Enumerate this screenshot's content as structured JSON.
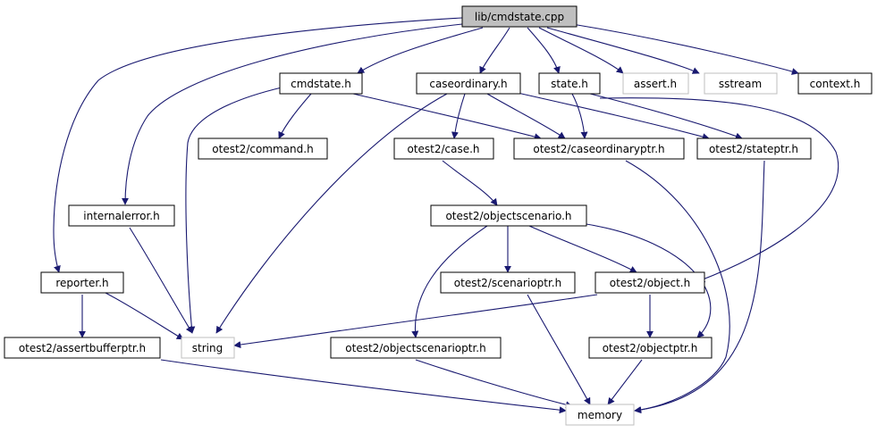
{
  "graph": {
    "nodes": [
      {
        "id": "n_cmdstate_cpp",
        "label": "lib/cmdstate.cpp",
        "kind": "root"
      },
      {
        "id": "n_cmdstate_h",
        "label": "cmdstate.h",
        "kind": "internal"
      },
      {
        "id": "n_caseordinary_h",
        "label": "caseordinary.h",
        "kind": "internal"
      },
      {
        "id": "n_state_h",
        "label": "state.h",
        "kind": "internal"
      },
      {
        "id": "n_assert_h",
        "label": "assert.h",
        "kind": "external"
      },
      {
        "id": "n_sstream",
        "label": "sstream",
        "kind": "external"
      },
      {
        "id": "n_context_h",
        "label": "context.h",
        "kind": "internal"
      },
      {
        "id": "n_command_h",
        "label": "otest2/command.h",
        "kind": "internal"
      },
      {
        "id": "n_case_h",
        "label": "otest2/case.h",
        "kind": "internal"
      },
      {
        "id": "n_caseordinaryptr_h",
        "label": "otest2/caseordinaryptr.h",
        "kind": "internal"
      },
      {
        "id": "n_stateptr_h",
        "label": "otest2/stateptr.h",
        "kind": "internal"
      },
      {
        "id": "n_internalerror_h",
        "label": "internalerror.h",
        "kind": "internal"
      },
      {
        "id": "n_objectscenario_h",
        "label": "otest2/objectscenario.h",
        "kind": "internal"
      },
      {
        "id": "n_reporter_h",
        "label": "reporter.h",
        "kind": "internal"
      },
      {
        "id": "n_scenarioptr_h",
        "label": "otest2/scenarioptr.h",
        "kind": "internal"
      },
      {
        "id": "n_object_h",
        "label": "otest2/object.h",
        "kind": "internal"
      },
      {
        "id": "n_assertbufferptr_h",
        "label": "otest2/assertbufferptr.h",
        "kind": "internal"
      },
      {
        "id": "n_string",
        "label": "string",
        "kind": "external"
      },
      {
        "id": "n_objectscenarioptr_h",
        "label": "otest2/objectscenarioptr.h",
        "kind": "internal"
      },
      {
        "id": "n_objectptr_h",
        "label": "otest2/objectptr.h",
        "kind": "internal"
      },
      {
        "id": "n_memory",
        "label": "memory",
        "kind": "external"
      }
    ]
  },
  "colors": {
    "edge": "#191970",
    "root_fill": "#bfbfbf",
    "node_border": "#000000",
    "external_border": "#bfbfbf"
  }
}
